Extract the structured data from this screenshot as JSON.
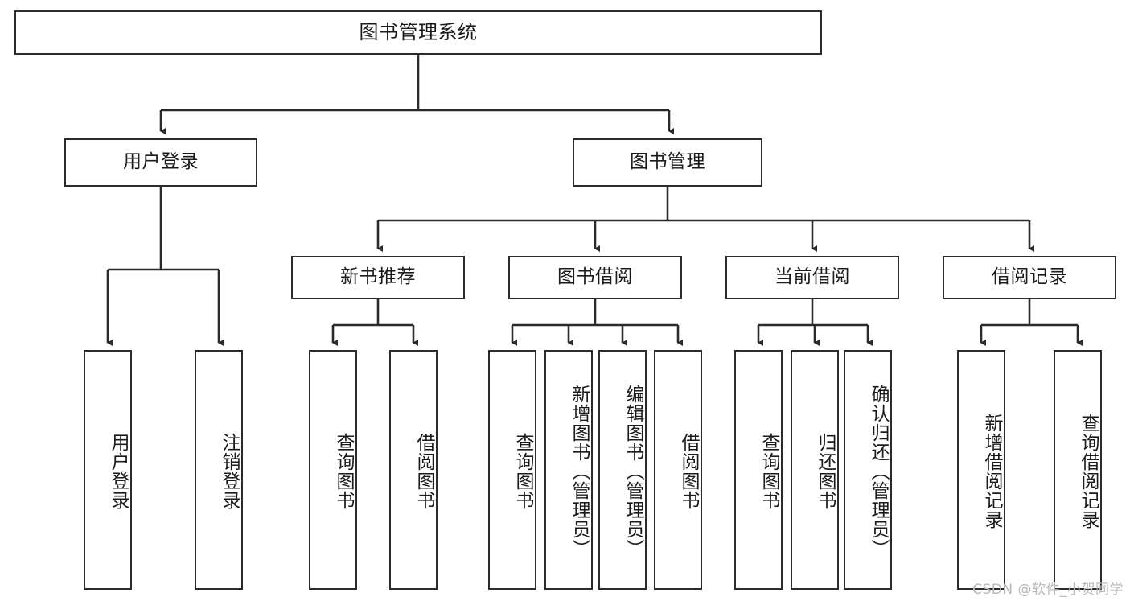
{
  "diagram": {
    "title": "图书管理系统",
    "type": "hierarchy-tree",
    "levels": 4,
    "root": {
      "label": "图书管理系统"
    },
    "level2": [
      {
        "label": "用户登录"
      },
      {
        "label": "图书管理"
      }
    ],
    "level3": [
      {
        "label": "新书推荐"
      },
      {
        "label": "图书借阅"
      },
      {
        "label": "当前借阅"
      },
      {
        "label": "借阅记录"
      }
    ],
    "leaves": {
      "user_login": [
        {
          "label": "用户登录"
        },
        {
          "label": "注销登录"
        }
      ],
      "new_book_recommend": [
        {
          "label": "查询图书"
        },
        {
          "label": "借阅图书"
        }
      ],
      "book_borrow": [
        {
          "label": "查询图书"
        },
        {
          "label": "新增图书（管理员）"
        },
        {
          "label": "编辑图书（管理员）"
        },
        {
          "label": "借阅图书"
        }
      ],
      "current_borrow": [
        {
          "label": "查询图书"
        },
        {
          "label": "归还图书"
        },
        {
          "label": "确认归还（管理员）"
        }
      ],
      "borrow_record": [
        {
          "label": "新增借阅记录"
        },
        {
          "label": "查询借阅记录"
        }
      ]
    }
  },
  "watermark": {
    "text": "CSDN @软件_小贺同学"
  },
  "colors": {
    "stroke": "#2b2b2b",
    "fill": "#ffffff",
    "text": "#1b1b1b",
    "watermark": "#b9b9b9"
  }
}
